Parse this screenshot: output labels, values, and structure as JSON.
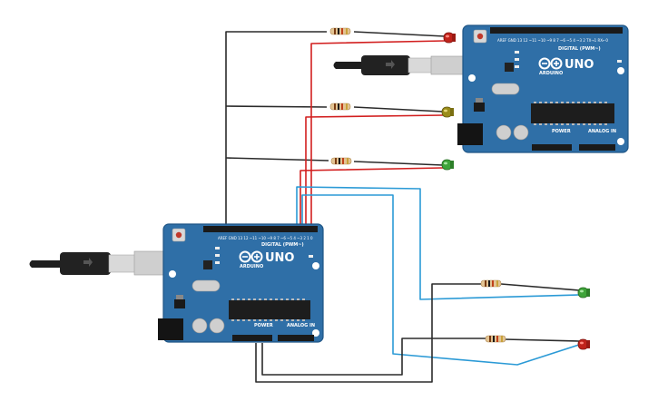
{
  "board_top": {
    "model": "UNO",
    "brand": "ARDUINO",
    "digital_label": "DIGITAL (PWM~)",
    "power_label": "POWER",
    "analog_label": "ANALOG IN"
  },
  "board_bottom": {
    "model": "UNO",
    "brand": "ARDUINO",
    "digital_label": "DIGITAL (PWM~)",
    "power_label": "POWER",
    "analog_label": "ANALOG IN"
  },
  "colors": {
    "board": "#2f6fa7",
    "board_edge": "#1f5585",
    "wire_black": "#2b2b2b",
    "wire_red": "#d21f1f",
    "wire_blue": "#2b9ad6",
    "led_red": "#c0231b",
    "led_yellow": "#9a8c1a",
    "led_green": "#3fa43a"
  }
}
